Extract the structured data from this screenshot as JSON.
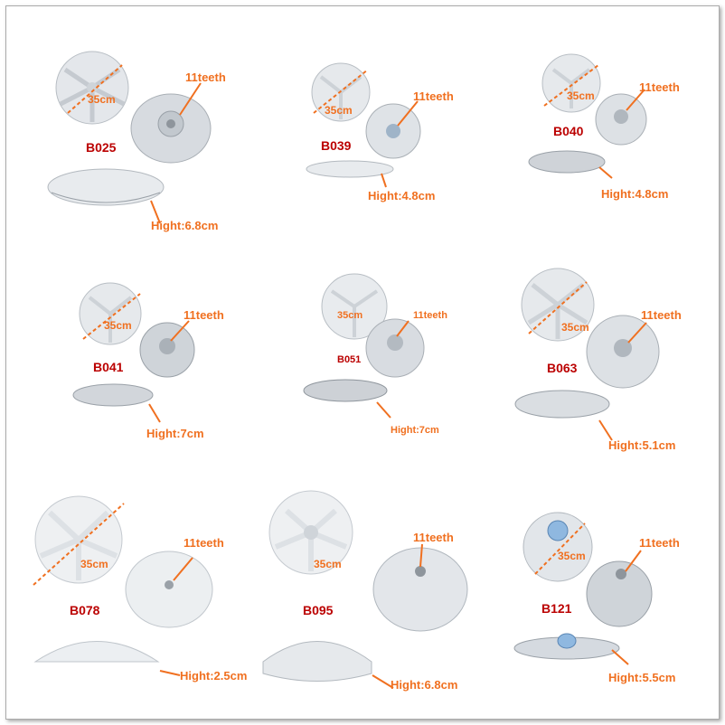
{
  "colors": {
    "annotation": "#f07020",
    "code": "#b00000",
    "part": "#dfe3e8",
    "part_dark": "#9aa1a8"
  },
  "cells": [
    {
      "code": "B025",
      "teeth": "11teeth",
      "diameter": "35cm",
      "height": "Hight:6.8cm"
    },
    {
      "code": "B039",
      "teeth": "11teeth",
      "diameter": "35cm",
      "height": "Hight:4.8cm"
    },
    {
      "code": "B040",
      "teeth": "11teeth",
      "diameter": "35cm",
      "height": "Hight:4.8cm"
    },
    {
      "code": "B041",
      "teeth": "11teeth",
      "diameter": "35cm",
      "height": "Hight:7cm"
    },
    {
      "code": "B051",
      "teeth": "11teeth",
      "diameter": "35cm",
      "height": "Hight:7cm"
    },
    {
      "code": "B063",
      "teeth": "11teeth",
      "diameter": "35cm",
      "height": "Hight:5.1cm"
    },
    {
      "code": "B078",
      "teeth": "11teeth",
      "diameter": "35cm",
      "height": "Hight:2.5cm"
    },
    {
      "code": "B095",
      "teeth": "11teeth",
      "diameter": "35cm",
      "height": "Hight:6.8cm"
    },
    {
      "code": "B121",
      "teeth": "11teeth",
      "diameter": "35cm",
      "height": "Hight:5.5cm"
    }
  ]
}
